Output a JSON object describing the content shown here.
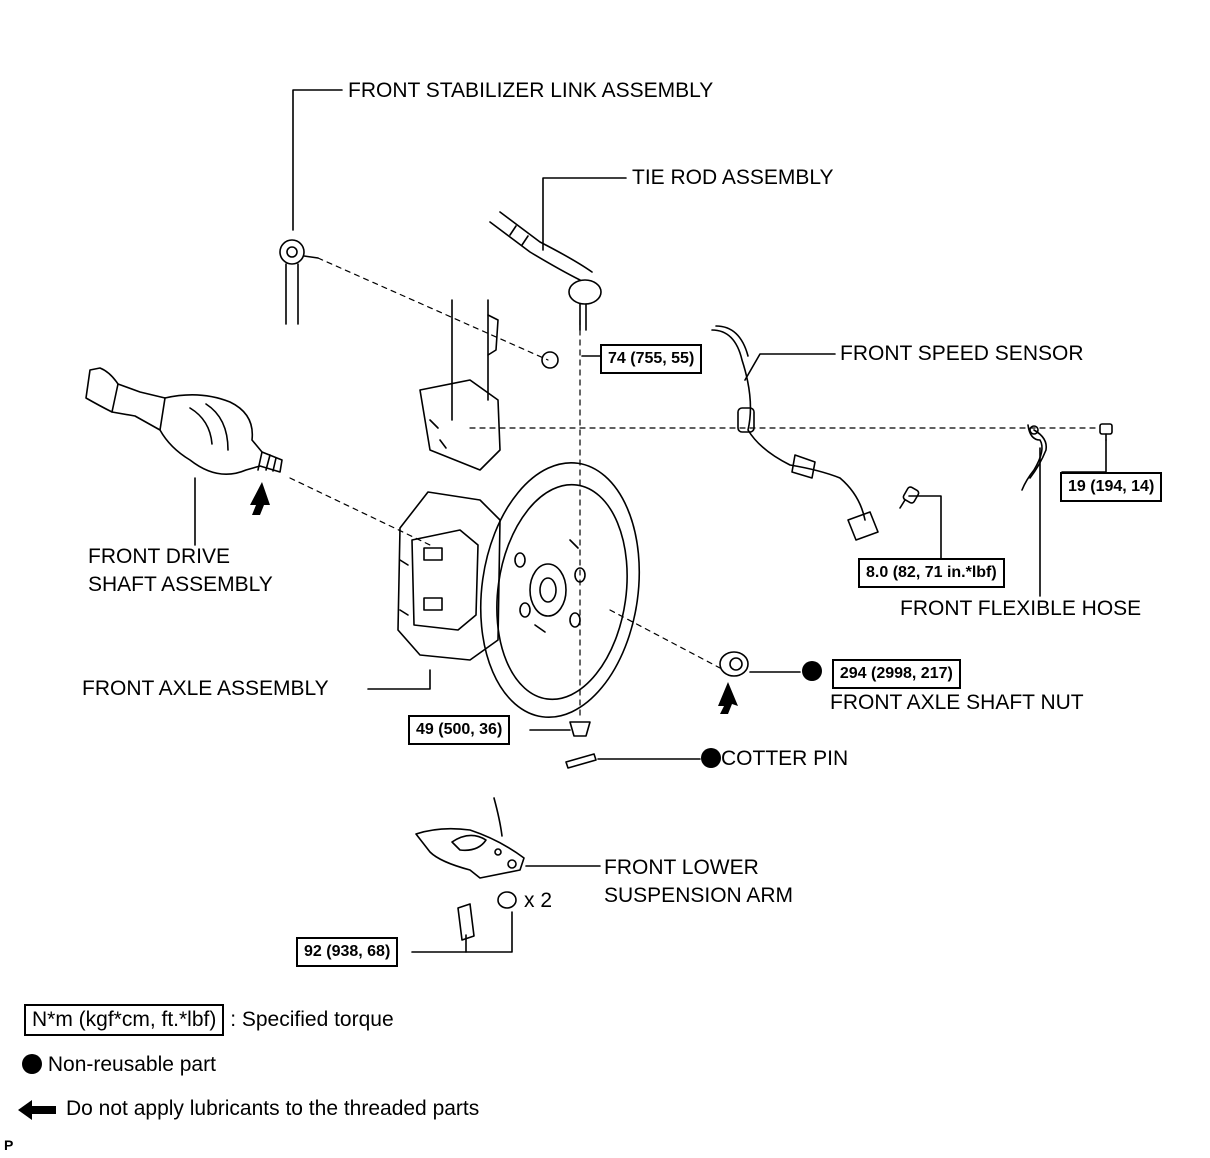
{
  "labels": {
    "stabilizer_link": "FRONT STABILIZER LINK ASSEMBLY",
    "tie_rod": "TIE ROD ASSEMBLY",
    "speed_sensor": "FRONT SPEED SENSOR",
    "drive_shaft_line1": "FRONT DRIVE",
    "drive_shaft_line2": "SHAFT ASSEMBLY",
    "flexible_hose": "FRONT FLEXIBLE HOSE",
    "axle_assembly": "FRONT AXLE ASSEMBLY",
    "axle_shaft_nut": "FRONT AXLE SHAFT NUT",
    "cotter_pin": "COTTER PIN",
    "lower_arm_line1": "FRONT LOWER",
    "lower_arm_line2": "SUSPENSION ARM",
    "quantity": "x 2"
  },
  "torques": {
    "tie_rod_nut": "74 (755, 55)",
    "hose_bolt": "19 (194, 14)",
    "sensor_bolt": "8.0 (82, 71 in.*lbf)",
    "axle_nut": "294 (2998, 217)",
    "ball_joint_nut": "49 (500, 36)",
    "arm_bolt": "92 (938, 68)"
  },
  "legend": {
    "torque_unit": "N*m (kgf*cm, ft.*lbf)",
    "torque_desc": ": Specified torque",
    "non_reusable": "Non-reusable part",
    "no_lube": "Do not apply lubricants to the threaded parts"
  },
  "footer_mark": "P"
}
